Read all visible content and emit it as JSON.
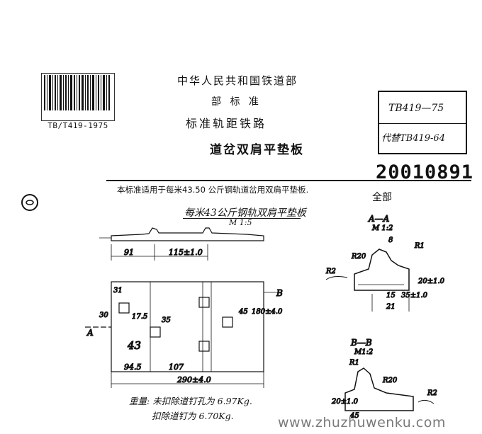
{
  "barcode": {
    "caption": "TB/T419-1975"
  },
  "header": {
    "ministry": "中华人民共和国铁道部",
    "standard": "部 标 准",
    "gauge": "标准轨距铁路",
    "title": "道岔双肩平垫板"
  },
  "code_box": {
    "code": "TB419—75",
    "replaces": "代替TB419-64"
  },
  "doc_number": "20010891",
  "note": "本标准适用于每米43.50 公斤钢轨道岔用双肩平垫板.",
  "total": "全部",
  "sub_drawing": {
    "title": "每米43公斤钢轨双肩平垫板",
    "scale": "M 1:5"
  },
  "dimensions": {
    "d91": "91",
    "d115": "115±1.0",
    "d31": "31",
    "d17_5": "17.5",
    "d30": "30",
    "d35": "35",
    "d43": "43",
    "d45": "45",
    "d180": "180±4.0",
    "d94_5": "94.5",
    "d107": "107",
    "d290": "290±4.0",
    "labelA": "A",
    "labelB": "B"
  },
  "section_aa": {
    "title": "A—A",
    "scale": "M 1:2",
    "r20": "R20",
    "r1": "R1",
    "r2": "R2",
    "d8": "8",
    "d15": "15",
    "d35": "35±1.0",
    "d21": "21",
    "d20": "20±1.0"
  },
  "section_bb": {
    "title": "B—B",
    "scale": "M1:2",
    "r1": "R1",
    "r20": "R20",
    "r2": "R2",
    "d20": "20±1.0",
    "d45": "45"
  },
  "weights": {
    "line1": "重量: 未扣除道钉孔为 6.97Kg.",
    "line2": "扣除道钉为 6.70Kg."
  },
  "watermark": "www.zhuzhuwenku.com"
}
